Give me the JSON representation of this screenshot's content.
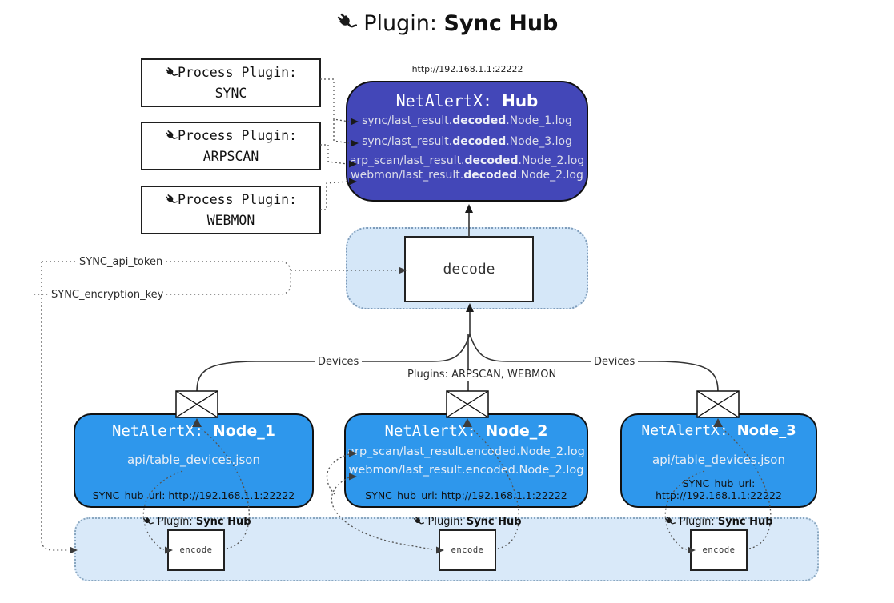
{
  "title": {
    "prefix": "Plugin:",
    "name": "Sync Hub"
  },
  "process_plugins": [
    {
      "label": "Process Plugin:",
      "name": "SYNC"
    },
    {
      "label": "Process Plugin:",
      "name": "ARPSCAN"
    },
    {
      "label": "Process Plugin:",
      "name": "WEBMON"
    }
  ],
  "hub": {
    "url": "http://192.168.1.1:22222",
    "title_prefix": "NetAlertX:",
    "title_name": "Hub",
    "logs": [
      {
        "pre": "sync/last_result.",
        "bold": "decoded",
        "post": ".Node_1.log"
      },
      {
        "pre": "sync/last_result.",
        "bold": "decoded",
        "post": ".Node_3.log"
      },
      {
        "pre": "arp_scan/last_result.",
        "bold": "decoded",
        "post": ".Node_2.log"
      },
      {
        "pre": "webmon/last_result.",
        "bold": "decoded",
        "post": ".Node_2.log"
      }
    ]
  },
  "decode_label": "decode",
  "secrets": {
    "api_token": "SYNC_api_token",
    "encryption_key": "SYNC_encryption_key"
  },
  "edge_labels": {
    "devices_left": "Devices",
    "plugins_mid": "Plugins: ARPSCAN, WEBMON",
    "devices_right": "Devices"
  },
  "nodes": [
    {
      "title_prefix": "NetAlertX:",
      "title_name": "Node_1",
      "files": [
        "api/table_devices.json"
      ],
      "hub_url": "SYNC_hub_url: http://192.168.1.1:22222"
    },
    {
      "title_prefix": "NetAlertX:",
      "title_name": "Node_2",
      "files": [
        "arp_scan/last_result.encoded.Node_2.log",
        "webmon/last_result.encoded.Node_2.log"
      ],
      "hub_url": "SYNC_hub_url: http://192.168.1.1:22222"
    },
    {
      "title_prefix": "NetAlertX:",
      "title_name": "Node_3",
      "files": [
        "api/table_devices.json"
      ],
      "hub_url": "SYNC_hub_url: http://192.168.1.1:22222"
    }
  ],
  "band": {
    "plugin_prefix": "Plugin:",
    "plugin_name": "Sync Hub",
    "encode_label": "encode"
  },
  "colors": {
    "hub_fill": "#4347b8",
    "node_fill": "#2e97ec",
    "band_fill": "#d9e9f9",
    "decode_container_fill": "#d5e7f8",
    "text_on_dark": "#e8eef6"
  }
}
